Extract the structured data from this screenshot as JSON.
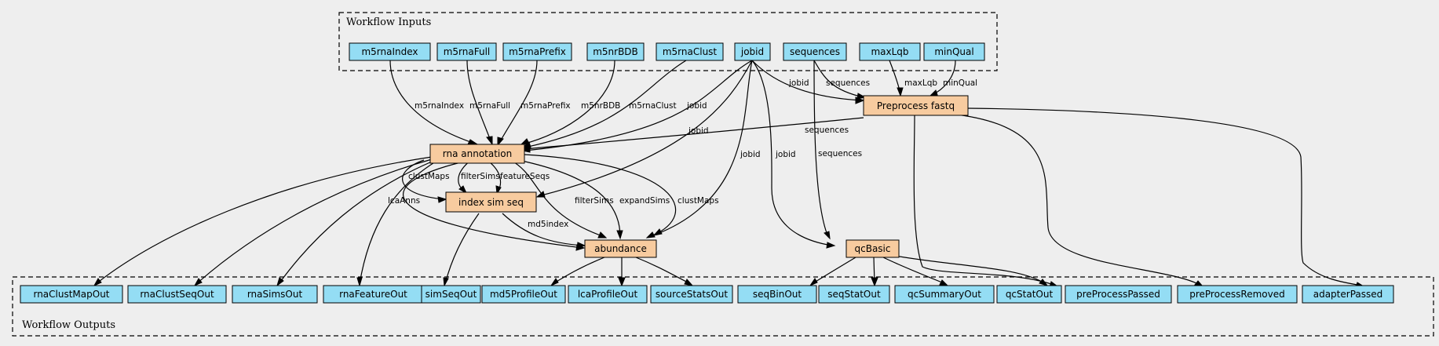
{
  "colors": {
    "background": "#eeeeee",
    "io_node": "#94ddf4",
    "step_node": "#f7cb9f"
  },
  "clusters": {
    "inputs": "Workflow Inputs",
    "outputs": "Workflow Outputs"
  },
  "inputs": [
    "m5rnaIndex",
    "m5rnaFull",
    "m5rnaPrefix",
    "m5nrBDB",
    "m5rnaClust",
    "jobid",
    "sequences",
    "maxLqb",
    "minQual"
  ],
  "steps": [
    "Preprocess fastq",
    "rna annotation",
    "index sim seq",
    "abundance",
    "qcBasic"
  ],
  "outputs": [
    "rnaClustMapOut",
    "rnaClustSeqOut",
    "rnaSimsOut",
    "rnaFeatureOut",
    "simSeqOut",
    "md5ProfileOut",
    "lcaProfileOut",
    "sourceStatsOut",
    "seqBinOut",
    "seqStatOut",
    "qcSummaryOut",
    "qcStatOut",
    "preProcessPassed",
    "preProcessRemoved",
    "adapterPassed"
  ],
  "edge_labels": [
    "m5rnaIndex",
    "m5rnaFull",
    "m5rnaPrefix",
    "m5nrBDB",
    "m5rnaClust",
    "jobid",
    "jobid",
    "jobid",
    "jobid",
    "sequences",
    "sequences",
    "sequences",
    "maxLqb",
    "minQual",
    "clustMaps",
    "filterSims",
    "featureSeqs",
    "lcaAnns",
    "filterSims",
    "expandSims",
    "clustMaps",
    "md5index"
  ]
}
